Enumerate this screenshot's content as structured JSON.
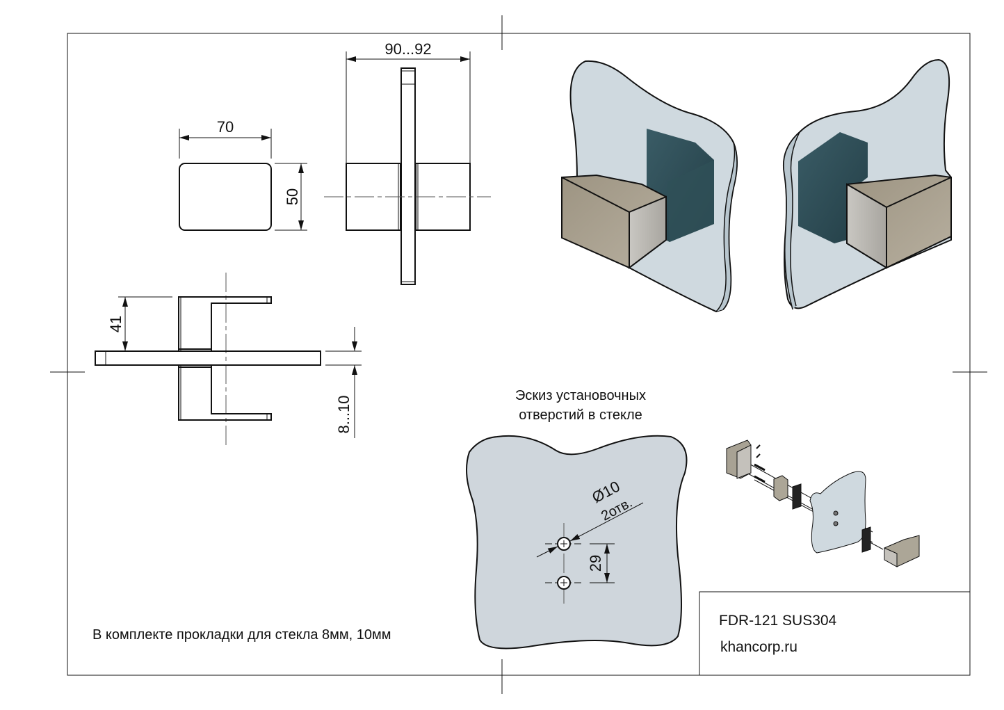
{
  "drawing": {
    "model": "FDR-121 SUS304",
    "website": "khancorp.ru",
    "note": "В комплекте прокладки для стекла 8мм, 10мм",
    "sketch_title_line1": "Эскиз установочных",
    "sketch_title_line2": "отверстий в стекле"
  },
  "dimensions": {
    "front_width": "70",
    "front_height": "50",
    "side_overall": "90...92",
    "top_depth": "41",
    "glass_thickness": "8...10",
    "hole_diameter": "Ø10",
    "hole_count": "2отв.",
    "hole_spacing": "29"
  },
  "colors": {
    "glass": "#c9d3da",
    "glass_sketch": "#cfd6dc",
    "handle_metal": "#a9a191",
    "handle_side": "#b9b7b1",
    "gasket": "#2e4c55"
  }
}
